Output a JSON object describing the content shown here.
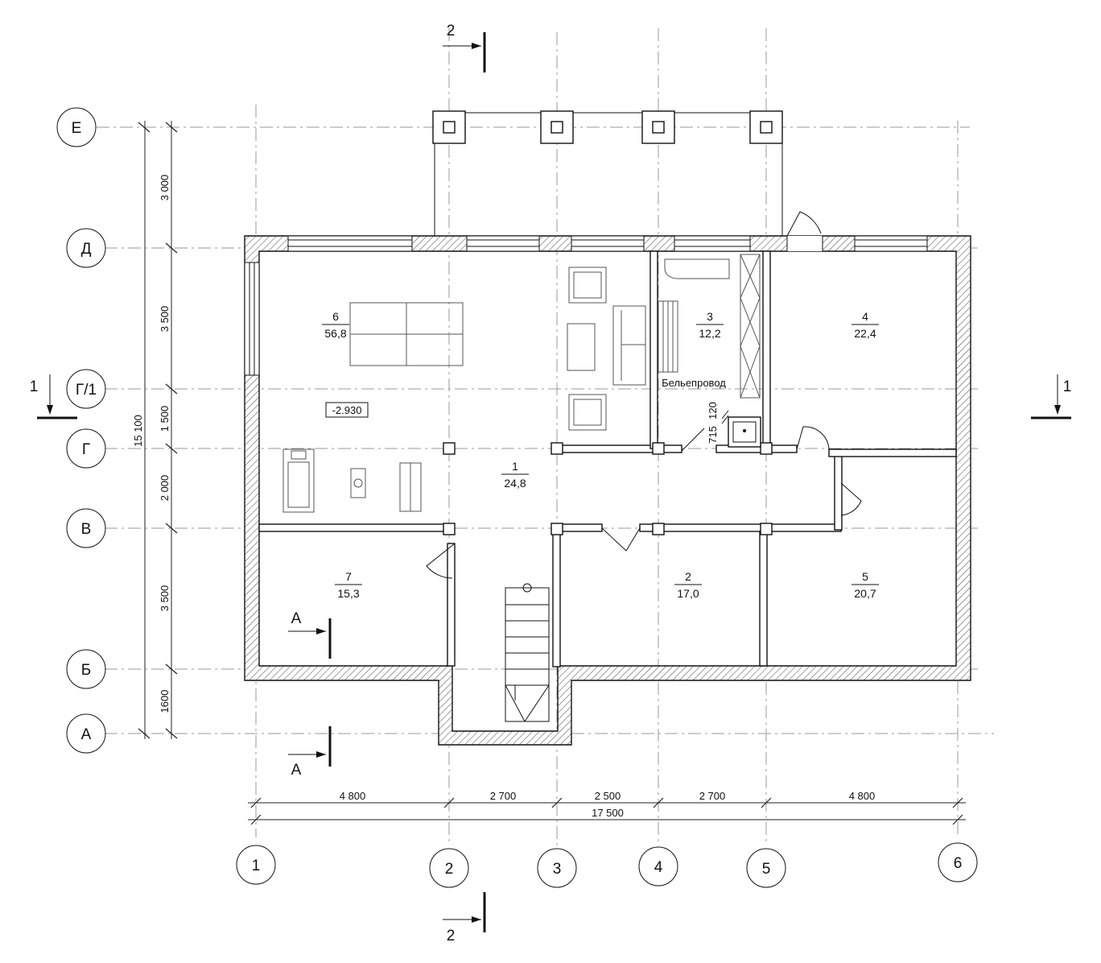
{
  "axes": {
    "vertical": [
      "1",
      "2",
      "3",
      "4",
      "5",
      "6"
    ],
    "horizontal": [
      "Е",
      "Д",
      "Г/1",
      "Г",
      "В",
      "Б",
      "А"
    ]
  },
  "dimensions": {
    "bottom_segments": [
      "4 800",
      "2 700",
      "2 500",
      "2 700",
      "4 800"
    ],
    "bottom_total": "17 500",
    "left_segments": [
      "3 000",
      "3 500",
      "1 500",
      "2 000",
      "3 500",
      "1600"
    ],
    "left_total": "15 100",
    "local": [
      "120",
      "715"
    ]
  },
  "rooms": [
    {
      "number": "1",
      "area": "24,8"
    },
    {
      "number": "2",
      "area": "17,0"
    },
    {
      "number": "3",
      "area": "12,2"
    },
    {
      "number": "4",
      "area": "22,4"
    },
    {
      "number": "5",
      "area": "20,7"
    },
    {
      "number": "6",
      "area": "56,8"
    },
    {
      "number": "7",
      "area": "15,3"
    }
  ],
  "level_mark": "-2.930",
  "chute_label": "Бельепровод",
  "sections": {
    "s1": "1",
    "s2": "2",
    "sA": "А"
  }
}
